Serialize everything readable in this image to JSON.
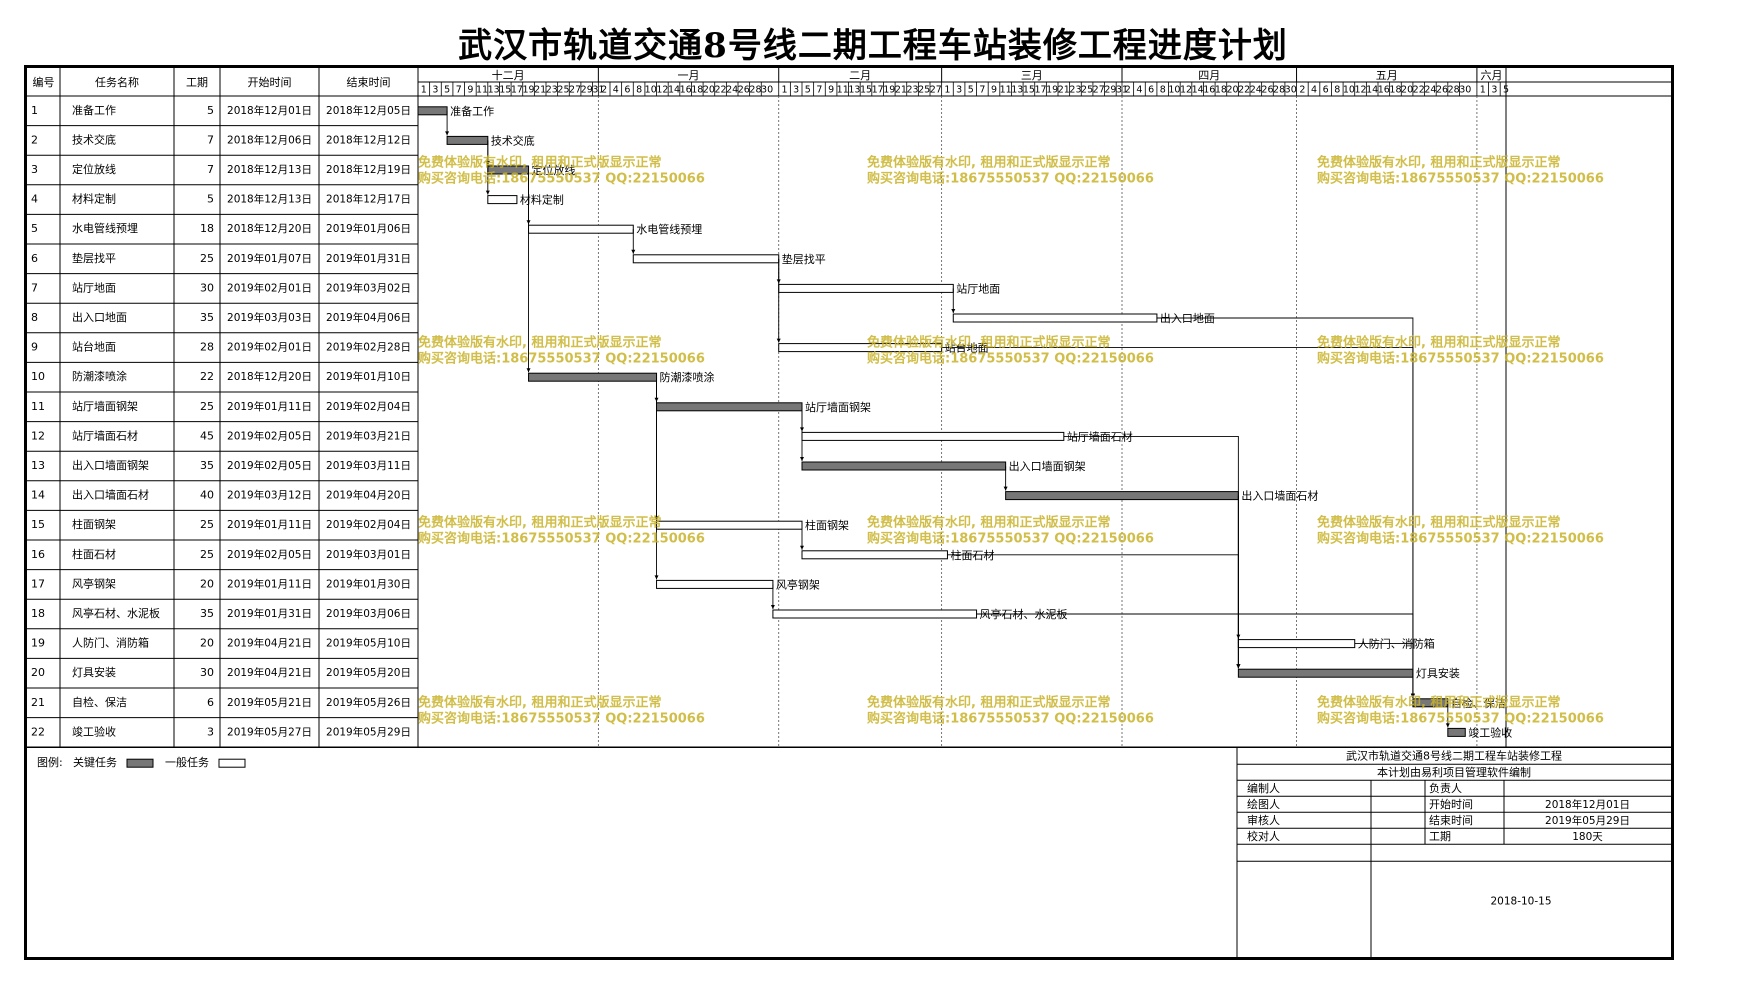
{
  "title": "武汉市轨道交通8号线二期工程车站装修工程进度计划",
  "table_headers": {
    "id": "编号",
    "name": "任务名称",
    "duration": "工期",
    "start": "开始时间",
    "end": "结束时间"
  },
  "months": [
    {
      "label": "十二月",
      "days": [
        1,
        3,
        5,
        7,
        9,
        11,
        13,
        15,
        17,
        19,
        21,
        23,
        25,
        27,
        29,
        31
      ]
    },
    {
      "label": "一月",
      "days": [
        2,
        4,
        6,
        8,
        10,
        12,
        14,
        16,
        18,
        20,
        22,
        24,
        26,
        28,
        30
      ]
    },
    {
      "label": "二月",
      "days": [
        1,
        3,
        5,
        7,
        9,
        11,
        13,
        15,
        17,
        19,
        21,
        23,
        25,
        27
      ]
    },
    {
      "label": "三月",
      "days": [
        1,
        3,
        5,
        7,
        9,
        11,
        13,
        15,
        17,
        19,
        21,
        23,
        25,
        27,
        29,
        31
      ]
    },
    {
      "label": "四月",
      "days": [
        2,
        4,
        6,
        8,
        10,
        12,
        14,
        16,
        18,
        20,
        22,
        24,
        26,
        28,
        30
      ]
    },
    {
      "label": "五月",
      "days": [
        2,
        4,
        6,
        8,
        10,
        12,
        14,
        16,
        18,
        20,
        22,
        24,
        26,
        28,
        30
      ]
    },
    {
      "label": "六月",
      "days": [
        1,
        3,
        5
      ]
    }
  ],
  "tasks": [
    {
      "id": "1",
      "name": "准备工作",
      "duration": "5",
      "start": "2018年12月01日",
      "end": "2018年12月05日",
      "critical": true
    },
    {
      "id": "2",
      "name": "技术交底",
      "duration": "7",
      "start": "2018年12月06日",
      "end": "2018年12月12日",
      "critical": true
    },
    {
      "id": "3",
      "name": "定位放线",
      "duration": "7",
      "start": "2018年12月13日",
      "end": "2018年12月19日",
      "critical": true
    },
    {
      "id": "4",
      "name": "材料定制",
      "duration": "5",
      "start": "2018年12月13日",
      "end": "2018年12月17日",
      "critical": false
    },
    {
      "id": "5",
      "name": "水电管线预埋",
      "duration": "18",
      "start": "2018年12月20日",
      "end": "2019年01月06日",
      "critical": false
    },
    {
      "id": "6",
      "name": "垫层找平",
      "duration": "25",
      "start": "2019年01月07日",
      "end": "2019年01月31日",
      "critical": false
    },
    {
      "id": "7",
      "name": "站厅地面",
      "duration": "30",
      "start": "2019年02月01日",
      "end": "2019年03月02日",
      "critical": false
    },
    {
      "id": "8",
      "name": "出入口地面",
      "duration": "35",
      "start": "2019年03月03日",
      "end": "2019年04月06日",
      "critical": false
    },
    {
      "id": "9",
      "name": "站台地面",
      "duration": "28",
      "start": "2019年02月01日",
      "end": "2019年02月28日",
      "critical": false
    },
    {
      "id": "10",
      "name": "防潮漆喷涂",
      "duration": "22",
      "start": "2018年12月20日",
      "end": "2019年01月10日",
      "critical": true
    },
    {
      "id": "11",
      "name": "站厅墙面钢架",
      "duration": "25",
      "start": "2019年01月11日",
      "end": "2019年02月04日",
      "critical": true
    },
    {
      "id": "12",
      "name": "站厅墙面石材",
      "duration": "45",
      "start": "2019年02月05日",
      "end": "2019年03月21日",
      "critical": false
    },
    {
      "id": "13",
      "name": "出入口墙面钢架",
      "duration": "35",
      "start": "2019年02月05日",
      "end": "2019年03月11日",
      "critical": true
    },
    {
      "id": "14",
      "name": "出入口墙面石材",
      "duration": "40",
      "start": "2019年03月12日",
      "end": "2019年04月20日",
      "critical": true
    },
    {
      "id": "15",
      "name": "柱面钢架",
      "duration": "25",
      "start": "2019年01月11日",
      "end": "2019年02月04日",
      "critical": false
    },
    {
      "id": "16",
      "name": "柱面石材",
      "duration": "25",
      "start": "2019年02月05日",
      "end": "2019年03月01日",
      "critical": false
    },
    {
      "id": "17",
      "name": "风亭钢架",
      "duration": "20",
      "start": "2019年01月11日",
      "end": "2019年01月30日",
      "critical": false
    },
    {
      "id": "18",
      "name": "风亭石材、水泥板",
      "duration": "35",
      "start": "2019年01月31日",
      "end": "2019年03月06日",
      "critical": false
    },
    {
      "id": "19",
      "name": "人防门、消防箱",
      "duration": "20",
      "start": "2019年04月21日",
      "end": "2019年05月10日",
      "critical": false
    },
    {
      "id": "20",
      "name": "灯具安装",
      "duration": "30",
      "start": "2019年04月21日",
      "end": "2019年05月20日",
      "critical": true
    },
    {
      "id": "21",
      "name": "自检、保洁",
      "duration": "6",
      "start": "2019年05月21日",
      "end": "2019年05月26日",
      "critical": true
    },
    {
      "id": "22",
      "name": "竣工验收",
      "duration": "3",
      "start": "2019年05月27日",
      "end": "2019年05月29日",
      "critical": true
    }
  ],
  "legend": {
    "label": "图例:",
    "critical": "关键任务",
    "normal": "一般任务"
  },
  "watermark": {
    "line1": "免费体验版有水印, 租用和正式版显示正常",
    "line2": "购买咨询电话:18675550537 QQ:22150066"
  },
  "info_box": {
    "project": "武汉市轨道交通8号线二期工程车站装修工程",
    "software": "本计划由易利项目管理软件编制",
    "rows": [
      {
        "l1": "编制人",
        "v1": "",
        "l2": "负责人",
        "v2": ""
      },
      {
        "l1": "绘图人",
        "v1": "",
        "l2": "开始时间",
        "v2": "2018年12月01日"
      },
      {
        "l1": "审核人",
        "v1": "",
        "l2": "结束时间",
        "v2": "2019年05月29日"
      },
      {
        "l1": "校对人",
        "v1": "",
        "l2": "工期",
        "v2": "180天"
      }
    ],
    "date": "2018-10-15"
  },
  "colors": {
    "critical": "#777777",
    "normal": "#ffffff",
    "watermark": "#c9b32a",
    "grid": "#000000"
  }
}
